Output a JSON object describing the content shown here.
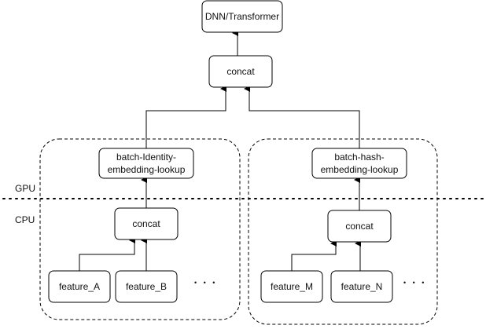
{
  "nodes": {
    "dnn": "DNN/Transformer",
    "top_concat": "concat",
    "batch_identity": [
      "batch-Identity-",
      "embedding-lookup"
    ],
    "batch_hash": [
      "batch-hash-",
      "embedding-lookup"
    ],
    "left_concat": "concat",
    "right_concat": "concat",
    "feature_a": "feature_A",
    "feature_b": "feature_B",
    "feature_m": "feature_M",
    "feature_n": "feature_N"
  },
  "labels": {
    "gpu": "GPU",
    "cpu": "CPU"
  },
  "ellipsis_left": "• • •",
  "ellipsis_right": "• • •"
}
